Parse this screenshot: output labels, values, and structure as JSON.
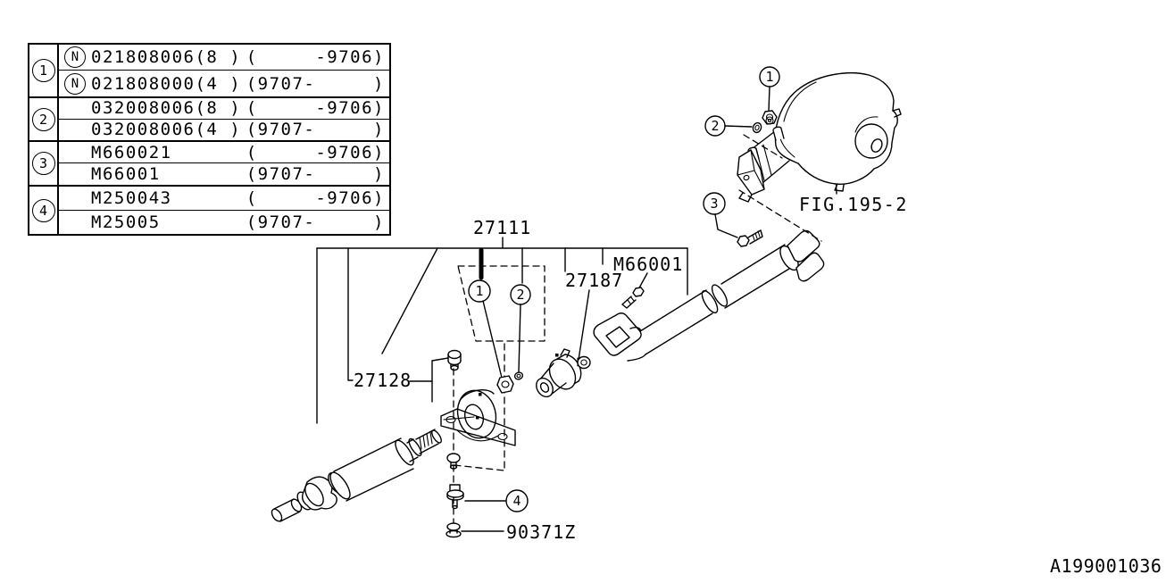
{
  "colors": {
    "ink": "#000000",
    "paper": "#ffffff"
  },
  "parts_table": {
    "n_symbol": "N",
    "groups": [
      {
        "ref": "1",
        "rows": [
          {
            "n": true,
            "code": "021808006(8 )",
            "range": "(     -9706)"
          },
          {
            "n": true,
            "code": "021808000(4 )",
            "range": "(9707-     )"
          }
        ]
      },
      {
        "ref": "2",
        "rows": [
          {
            "n": false,
            "code": "032008006(8 )",
            "range": "(     -9706)"
          },
          {
            "n": false,
            "code": "032008006(4 )",
            "range": "(9707-     )"
          }
        ]
      },
      {
        "ref": "3",
        "rows": [
          {
            "n": false,
            "code": "M660021",
            "range": "(     -9706)"
          },
          {
            "n": false,
            "code": "M66001",
            "range": "(9707-     )"
          }
        ]
      },
      {
        "ref": "4",
        "rows": [
          {
            "n": false,
            "code": "M250043",
            "range": "(     -9706)"
          },
          {
            "n": false,
            "code": "M25005",
            "range": "(9707-     )"
          }
        ]
      }
    ]
  },
  "diagram": {
    "labels": {
      "propeller_shaft": "27111",
      "center_bearing": "27128",
      "flange": "27187",
      "bolt": "M66001",
      "grommet": "90371Z",
      "fig_ref": "FIG.195-2"
    },
    "callouts": {
      "c1": "1",
      "c2": "2",
      "c3": "3",
      "c4": "4"
    },
    "drawing_id": "A199001036"
  }
}
